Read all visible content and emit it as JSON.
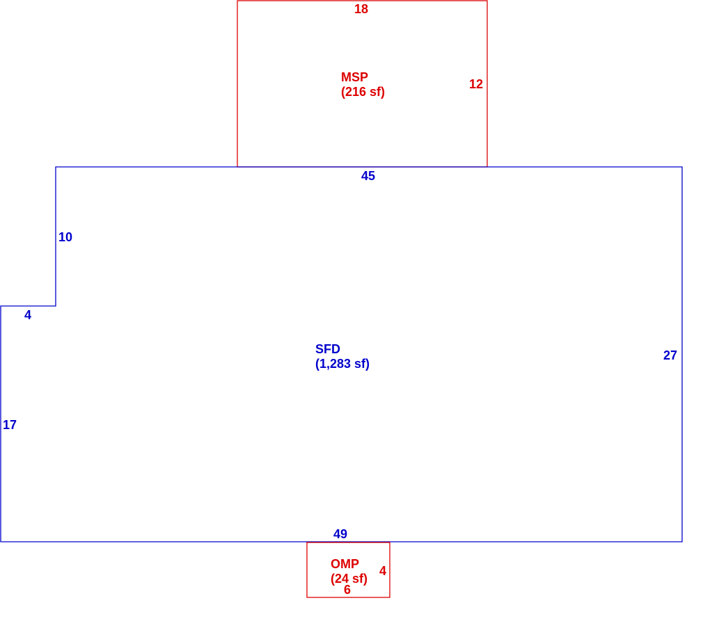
{
  "colors": {
    "main_area": "#0000cc",
    "additions": "#dd0000",
    "background": "#ffffff"
  },
  "areas": {
    "msp": {
      "name": "MSP",
      "area": "(216 sf)",
      "dimensions": {
        "top": "18",
        "right": "12"
      }
    },
    "sfd": {
      "name": "SFD",
      "area": "(1,283 sf)",
      "dimensions": {
        "top": "45",
        "left_upper": "10",
        "step": "4",
        "left_lower": "17",
        "right": "27",
        "bottom": "49"
      }
    },
    "omp": {
      "name": "OMP",
      "area": "(24 sf)",
      "dimensions": {
        "right": "4",
        "bottom": "6"
      }
    }
  }
}
